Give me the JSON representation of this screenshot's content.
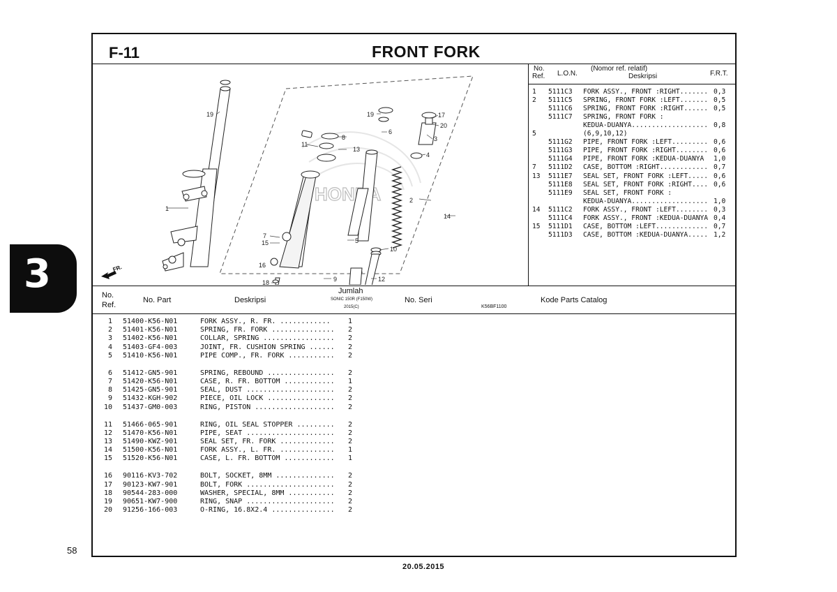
{
  "section": {
    "code": "F-11",
    "title": "FRONT FORK",
    "chapter": "3"
  },
  "page_number": "58",
  "date": "20.05.2015",
  "illustration": {
    "code": "K56BF1100",
    "fr_label": "FR.",
    "watermark": "HONDA",
    "callouts": [
      "19",
      "19",
      "17",
      "20",
      "6",
      "8",
      "3",
      "11",
      "13",
      "4",
      "2",
      "14",
      "1",
      "7",
      "15",
      "5",
      "10",
      "12",
      "9",
      "18",
      "16"
    ]
  },
  "ref_table": {
    "headers": {
      "no": "No.",
      "ref": "Ref.",
      "lon": "L.O.N.",
      "nomor": "(Nomor ref. relatif)",
      "desk": "Deskripsi",
      "frt": "F.R.T."
    },
    "rows": [
      {
        "ref": "1",
        "lon": "5111C3",
        "desc": "FORK ASSY., FRONT :RIGHT.......",
        "frt": "0,3"
      },
      {
        "ref": "2",
        "lon": "5111C5",
        "desc": "SPRING, FRONT FORK :LEFT.......",
        "frt": "0,5"
      },
      {
        "ref": "",
        "lon": "5111C6",
        "desc": "SPRING, FRONT FORK :RIGHT......",
        "frt": "0,5"
      },
      {
        "ref": "",
        "lon": "5111C7",
        "desc": "SPRING, FRONT FORK :",
        "frt": ""
      },
      {
        "ref": "",
        "lon": "",
        "desc": "KEDUA-DUANYA...................",
        "frt": "0,8"
      },
      {
        "ref": "5",
        "lon": "",
        "desc": "(6,9,10,12)",
        "frt": ""
      },
      {
        "ref": "",
        "lon": "5111G2",
        "desc": "PIPE, FRONT FORK :LEFT.........",
        "frt": "0,6"
      },
      {
        "ref": "",
        "lon": "5111G3",
        "desc": "PIPE, FRONT FORK :RIGHT........",
        "frt": "0,6"
      },
      {
        "ref": "",
        "lon": "5111G4",
        "desc": "PIPE, FRONT FORK :KEDUA-DUANYA",
        "frt": "1,0"
      },
      {
        "ref": "7",
        "lon": "5111D2",
        "desc": "CASE, BOTTOM :RIGHT............",
        "frt": "0,7"
      },
      {
        "ref": "13",
        "lon": "5111E7",
        "desc": "SEAL SET, FRONT FORK :LEFT.....",
        "frt": "0,6"
      },
      {
        "ref": "",
        "lon": "5111E8",
        "desc": "SEAL SET, FRONT FORK :RIGHT....",
        "frt": "0,6"
      },
      {
        "ref": "",
        "lon": "5111E9",
        "desc": "SEAL SET, FRONT FORK :",
        "frt": ""
      },
      {
        "ref": "",
        "lon": "",
        "desc": "KEDUA-DUANYA...................",
        "frt": "1,0"
      },
      {
        "ref": "14",
        "lon": "5111C2",
        "desc": "FORK ASSY., FRONT :LEFT........",
        "frt": "0,3"
      },
      {
        "ref": "",
        "lon": "5111C4",
        "desc": "FORK ASSY., FRONT :KEDUA-DUANYA",
        "frt": "0,4"
      },
      {
        "ref": "15",
        "lon": "5111D1",
        "desc": "CASE, BOTTOM :LEFT.............",
        "frt": "0,7"
      },
      {
        "ref": "",
        "lon": "5111D3",
        "desc": "CASE, BOTTOM :KEDUA-DUANYA.....",
        "frt": "1,2"
      }
    ]
  },
  "parts_table": {
    "headers": {
      "no": "No.",
      "ref": "Ref.",
      "part": "No. Part",
      "desk": "Deskripsi",
      "jumlah": "Jumlah",
      "model": "SONIC 150R (F150W)",
      "year": "2015(C)",
      "seri": "No. Seri",
      "catalog": "Kode Parts Catalog"
    },
    "groups": [
      [
        {
          "ref": "1",
          "part": "51400-K56-N01",
          "desc": "FORK ASSY., R. FR. ............",
          "qty": "1"
        },
        {
          "ref": "2",
          "part": "51401-K56-N01",
          "desc": "SPRING, FR. FORK ...............",
          "qty": "2"
        },
        {
          "ref": "3",
          "part": "51402-K56-N01",
          "desc": "COLLAR, SPRING .................",
          "qty": "2"
        },
        {
          "ref": "4",
          "part": "51403-GF4-003",
          "desc": "JOINT, FR. CUSHION SPRING ......",
          "qty": "2"
        },
        {
          "ref": "5",
          "part": "51410-K56-N01",
          "desc": "PIPE COMP., FR. FORK ...........",
          "qty": "2"
        }
      ],
      [
        {
          "ref": "6",
          "part": "51412-GN5-901",
          "desc": "SPRING, REBOUND ................",
          "qty": "2"
        },
        {
          "ref": "7",
          "part": "51420-K56-N01",
          "desc": "CASE, R. FR. BOTTOM ............",
          "qty": "1"
        },
        {
          "ref": "8",
          "part": "51425-GN5-901",
          "desc": "SEAL, DUST .....................",
          "qty": "2"
        },
        {
          "ref": "9",
          "part": "51432-KGH-902",
          "desc": "PIECE, OIL LOCK ................",
          "qty": "2"
        },
        {
          "ref": "10",
          "part": "51437-GM0-003",
          "desc": "RING, PISTON ...................",
          "qty": "2"
        }
      ],
      [
        {
          "ref": "11",
          "part": "51466-065-901",
          "desc": "RING, OIL SEAL STOPPER .........",
          "qty": "2"
        },
        {
          "ref": "12",
          "part": "51470-K56-N01",
          "desc": "PIPE, SEAT .....................",
          "qty": "2"
        },
        {
          "ref": "13",
          "part": "51490-KWZ-901",
          "desc": "SEAL SET, FR. FORK .............",
          "qty": "2"
        },
        {
          "ref": "14",
          "part": "51500-K56-N01",
          "desc": "FORK ASSY., L. FR. .............",
          "qty": "1"
        },
        {
          "ref": "15",
          "part": "51520-K56-N01",
          "desc": "CASE, L. FR. BOTTOM ............",
          "qty": "1"
        }
      ],
      [
        {
          "ref": "16",
          "part": "90116-KV3-702",
          "desc": "BOLT, SOCKET, 8MM ..............",
          "qty": "2"
        },
        {
          "ref": "17",
          "part": "90123-KW7-901",
          "desc": "BOLT, FORK .....................",
          "qty": "2"
        },
        {
          "ref": "18",
          "part": "90544-283-000",
          "desc": "WASHER, SPECIAL, 8MM ...........",
          "qty": "2"
        },
        {
          "ref": "19",
          "part": "90651-KW7-900",
          "desc": "RING, SNAP .....................",
          "qty": "2"
        },
        {
          "ref": "20",
          "part": "91256-166-003",
          "desc": "O-RING, 16.8X2.4 ...............",
          "qty": "2"
        }
      ]
    ]
  }
}
